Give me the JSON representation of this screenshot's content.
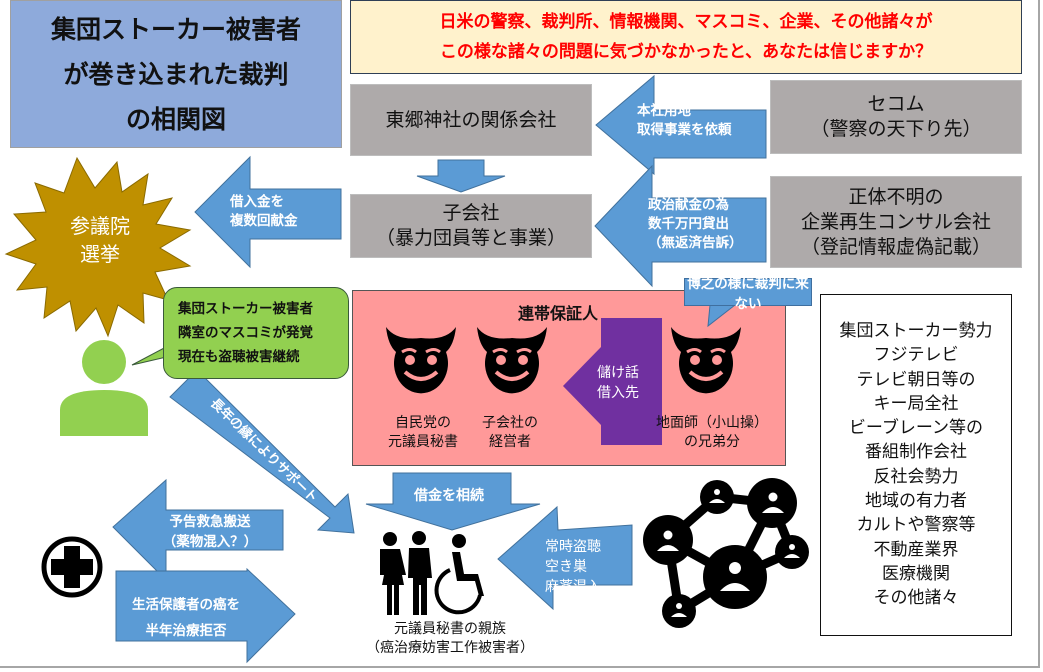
{
  "title": {
    "lines": [
      "集団ストーカー被害者",
      "が巻き込まれた裁判",
      "の相関図"
    ]
  },
  "question": {
    "lines": [
      "日米の警察、裁判所、情報機関、マスコミ、企業、その他諸々が",
      "この様な諸々の問題に気づかなかったと、あなたは信じますか？"
    ],
    "color": "#ff0000"
  },
  "boxes": {
    "togo_related": "東郷神社の関係会社",
    "subsidiary": [
      "子会社",
      "（暴力団員等と事業）"
    ],
    "secom": [
      "セコム",
      "（警察の天下り先）"
    ],
    "consultant": [
      "正体不明の",
      "企業再生コンサル会社",
      "（登記情報虚偽記載）"
    ]
  },
  "arrows": {
    "hq_land": [
      "本社用地",
      "取得事業を依頼"
    ],
    "political_loan": [
      "政治献金の為",
      "数千万円貸出",
      "（無返済告訴）"
    ],
    "borrowed_donation": [
      "借入金を",
      "複数回献金"
    ],
    "profit_lender": [
      "儲け話",
      "借入先"
    ],
    "long_support": "長年の縁によりサポート",
    "inherit_debt": "借金を相続",
    "surveillance": [
      "常時盗聴",
      "空き巣",
      "麻薬混入"
    ],
    "ambulance": [
      "予告救急搬送",
      "（薬物混入？）"
    ],
    "cancer_refusal": [
      "生活保護者の癌を",
      "半年治療拒否"
    ]
  },
  "election": [
    "参議院",
    "選挙"
  ],
  "victim_callout": [
    "集団ストーカー被害者",
    "隣室のマスコミが発覚",
    "現在も盗聴被害継続"
  ],
  "guarantor": {
    "title": "連帯保証人",
    "persons": [
      [
        "自民党の",
        "元議員秘書"
      ],
      [
        "子会社の",
        "経営者"
      ],
      [
        "地面師（小山操）",
        "の兄弟分"
      ]
    ],
    "callout": "博之の様に裁判に来ない"
  },
  "family": [
    "元議員秘書の親族",
    "（癌治療妨害工作被害者）"
  ],
  "forces_list": [
    "集団ストーカー勢力",
    "フジテレビ",
    "テレビ朝日等の",
    "キー局全社",
    "ビーブレーン等の",
    "番組制作会社",
    "反社会勢力",
    "地域の有力者",
    "カルトや警察等",
    "不動産業界",
    "医療機関",
    "その他諸々"
  ],
  "icons": {
    "devil": "devil-face-icon",
    "person": "person-icon",
    "medical": "medical-cross-icon",
    "network": "network-people-icon",
    "family": "family-wheelchair-icon"
  },
  "colors": {
    "arrow_blue": "#5b9bd5",
    "arrow_purple": "#7030a0",
    "gray_box": "#aeaaaa",
    "title_blue": "#8eaadb",
    "question_bg": "#fff2cc",
    "election_gold": "#bf9000",
    "green": "#92d050",
    "pink": "#ff9999"
  }
}
